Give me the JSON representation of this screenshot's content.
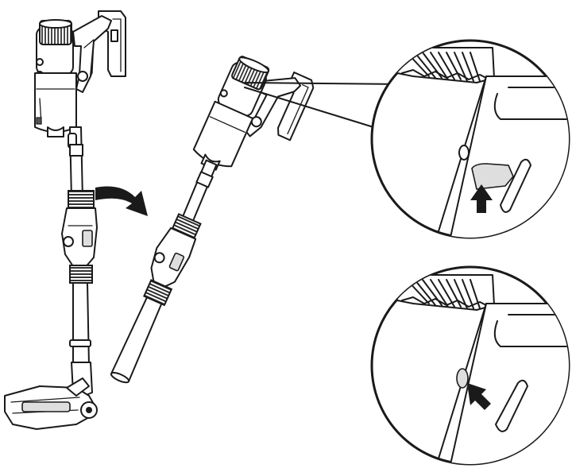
{
  "figure": {
    "panels": [
      "vacuum-upright",
      "vacuum-tilted",
      "zoom-detail-release-tab",
      "zoom-detail-press-button"
    ],
    "icons": [
      "curved-arrow-icon"
    ],
    "colors": {
      "line": "#1a1a1a",
      "highlight": "#dedede",
      "background": "#ffffff"
    }
  }
}
